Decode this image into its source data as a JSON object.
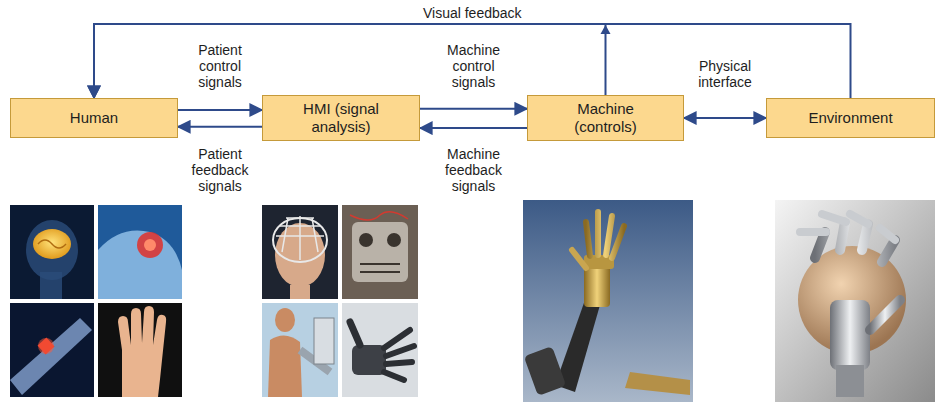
{
  "diagram": {
    "nodes": [
      {
        "text": [
          "Human"
        ]
      },
      {
        "text": [
          "HMI (signal analysis)"
        ]
      },
      {
        "text": [
          "Machine (controls)"
        ]
      },
      {
        "text": [
          "Environment"
        ]
      }
    ],
    "edges": [
      {
        "from": 0,
        "to": 1,
        "label": "Patient control signals",
        "arrow": "to"
      },
      {
        "from": 1,
        "to": 0,
        "label": "Patient feedback signals",
        "arrow": "to"
      },
      {
        "from": 1,
        "to": 2,
        "label": "Machine control signals",
        "arrow": "to"
      },
      {
        "from": 2,
        "to": 1,
        "label": "Machine feedback signals",
        "arrow": "to"
      },
      {
        "from": 2,
        "to": 3,
        "label": "Physical interface",
        "arrow": "both"
      },
      {
        "from": 3,
        "to": 0,
        "label": "Visual feedback",
        "arrow": "to"
      },
      {
        "from": 2,
        "to": 0,
        "arrow": "to"
      }
    ]
  }
}
